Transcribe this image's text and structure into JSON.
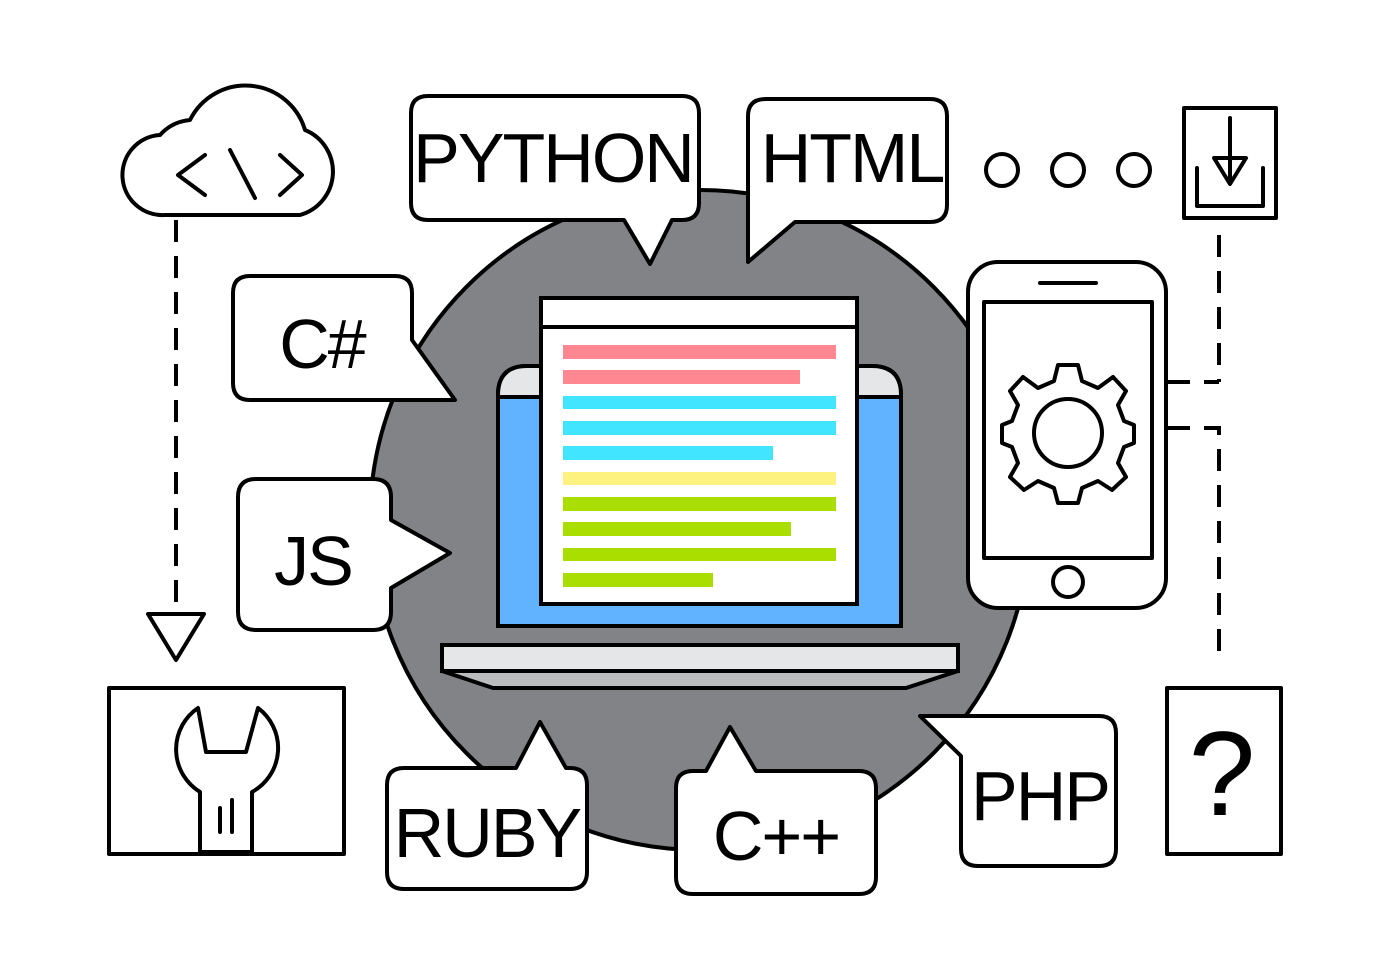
{
  "labels": {
    "python": "PYTHON",
    "html": "HTML",
    "csharp": "C#",
    "js": "JS",
    "ruby": "RUBY",
    "cpp": "C++",
    "php": "PHP",
    "question": "?"
  },
  "colors": {
    "circle": "#828387",
    "screen": "#62b3ff",
    "bezel": "#e5e6e8",
    "code_red": "#ff8792",
    "code_cyan": "#41e5ff",
    "code_yellow": "#fdf180",
    "code_green": "#aadd00"
  },
  "icons": [
    "cloud-code-icon",
    "download-icon",
    "gear-icon",
    "wrench-icon",
    "laptop-icon",
    "smartphone-icon",
    "more-dots-icon"
  ]
}
